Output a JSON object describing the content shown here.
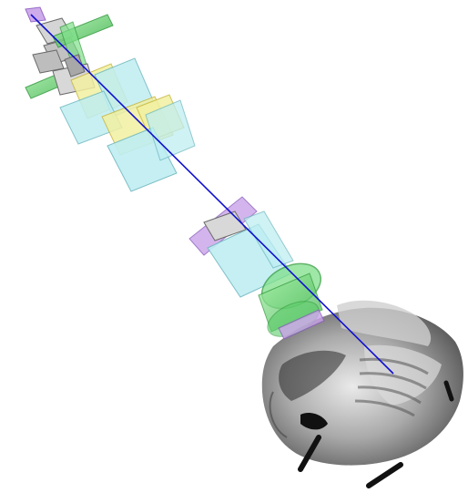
{
  "colors": {
    "background": "#ffffff",
    "beam_line": "#1010d0",
    "cyan_glass": "#bfeef2",
    "cyan_edge": "#6fb8c0",
    "yellow_glass": "#f2f0a0",
    "yellow_edge": "#c8b840",
    "green_glass": "#7fe08a",
    "green_edge": "#2f9a3a",
    "purple_plate": "#c9a2e8",
    "purple_edge": "#8b5cc0",
    "gray_block": "#bcbcbc",
    "gray_edge": "#6a6a6a",
    "specimen_dark": "#1a1a1a",
    "specimen_mid": "#8a8a8a",
    "specimen_light": "#d8d8d8"
  },
  "scene": {
    "description_visible_text": "",
    "icons": [
      "optical-beam-line",
      "lens-element",
      "filter-plate",
      "ct-volume-specimen"
    ]
  }
}
